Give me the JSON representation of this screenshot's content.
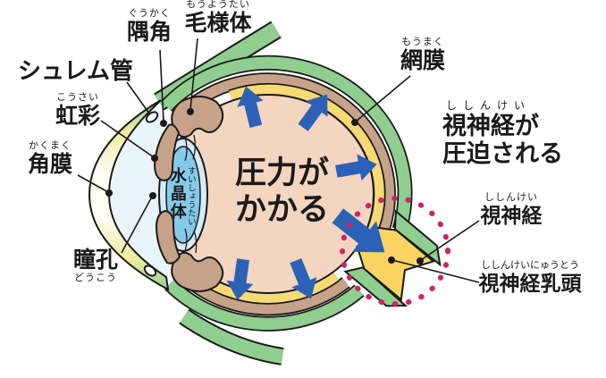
{
  "labels": {
    "schlemm": {
      "text": "シュレム管"
    },
    "angle": {
      "furigana": "ぐうかく",
      "text": "隅角"
    },
    "ciliary_body": {
      "furigana": "もうようたい",
      "text": "毛様体"
    },
    "iris": {
      "furigana": "こうさい",
      "text": "虹彩"
    },
    "cornea": {
      "furigana": "かくまく",
      "text": "角膜"
    },
    "pupil": {
      "text": "瞳孔",
      "furigana": "どうこう"
    },
    "lens": {
      "text": "水晶体",
      "furigana": "すいしょうたい"
    },
    "retina": {
      "furigana": "もうまく",
      "text": "網膜"
    },
    "optic_nerve_compressed": {
      "furigana": "ししんけい",
      "line1": "視神経が",
      "line2": "圧迫される"
    },
    "optic_nerve": {
      "furigana": "ししんけい",
      "text": "視神経"
    },
    "optic_disc": {
      "furigana": "ししんけいにゅうとう",
      "text": "視神経乳頭"
    }
  },
  "center_text": {
    "line1": "圧力が",
    "line2": "かかる"
  },
  "colors": {
    "sclera": "#8FCE8F",
    "uvea": "#C6A288",
    "retina": "#F8DA74",
    "vitreous": "#F4D5C0",
    "lens": "#85CAEA",
    "lensring": "#D6ECF8",
    "chamber": "#E9F4FB",
    "nerve": "#FBD464",
    "arrow": "#2B62B8",
    "accent": "#CE2268",
    "outline": "#1A1A1A"
  }
}
